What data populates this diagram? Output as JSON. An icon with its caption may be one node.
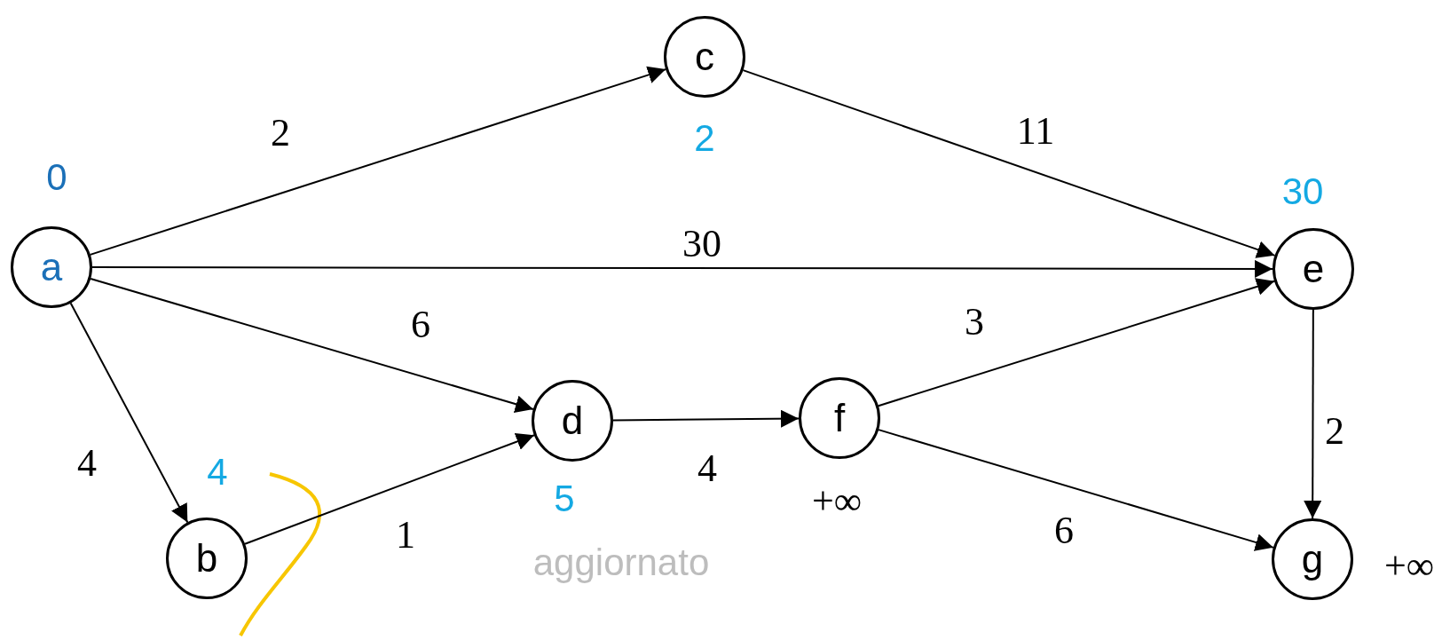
{
  "diagram": {
    "nodes": [
      {
        "text": [
          "a"
        ],
        "beside": [
          "0"
        ]
      },
      {
        "text": [
          "c"
        ],
        "beside": [
          "2"
        ]
      },
      {
        "text": [
          "e"
        ],
        "beside": [
          "30"
        ]
      },
      {
        "text": [
          "d"
        ],
        "beside": [
          "5"
        ]
      },
      {
        "text": [
          "f"
        ],
        "beside": [
          "+∞"
        ]
      },
      {
        "text": [
          "b"
        ],
        "beside": [
          "4"
        ]
      },
      {
        "text": [
          "g"
        ],
        "beside": [
          "+∞"
        ]
      }
    ],
    "edges": [
      {
        "from": 0,
        "to": 1,
        "arrow": "to",
        "label": "2"
      },
      {
        "from": 1,
        "to": 2,
        "arrow": "to",
        "label": "11"
      },
      {
        "from": 0,
        "to": 2,
        "arrow": "to",
        "label": "30"
      },
      {
        "from": 0,
        "to": 3,
        "arrow": "to",
        "label": "6"
      },
      {
        "from": 0,
        "to": 5,
        "arrow": "to",
        "label": "4"
      },
      {
        "from": 5,
        "to": 3,
        "arrow": "to",
        "label": "1"
      },
      {
        "from": 3,
        "to": 4,
        "arrow": "to",
        "label": "4"
      },
      {
        "from": 4,
        "to": 2,
        "arrow": "to",
        "label": "3"
      },
      {
        "from": 4,
        "to": 6,
        "arrow": "to",
        "label": "6"
      },
      {
        "from": 2,
        "to": 6,
        "arrow": "to",
        "label": "2"
      }
    ],
    "labels": [
      "aggiornato"
    ]
  }
}
